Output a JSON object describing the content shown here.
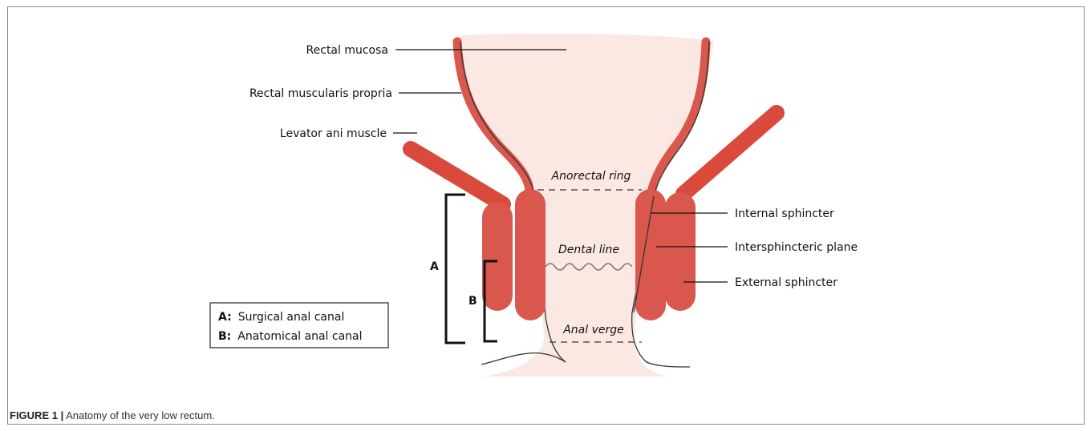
{
  "labels": {
    "rectal_mucosa": "Rectal mucosa",
    "rectal_muscularis": "Rectal muscularis propria",
    "levator_ani": "Levator ani muscle",
    "anorectal_ring": "Anorectal ring",
    "dental_line": "Dental line",
    "anal_verge": "Anal verge",
    "internal_sphincter": "Internal sphincter",
    "intersphincteric_plane": "Intersphincteric plane",
    "external_sphincter": "External sphincter"
  },
  "brackets": {
    "a_letter": "A",
    "b_letter": "B"
  },
  "legend": {
    "a_key": "A:",
    "a_text": "Surgical anal canal",
    "b_key": "B:",
    "b_text": "Anatomical anal canal"
  },
  "caption": {
    "prefix": "FIGURE 1 |",
    "text": "Anatomy of the very low rectum."
  },
  "colors": {
    "muscle": "#d9534a",
    "muscle_dark": "#c9473f",
    "mucosa": "#f9e4df",
    "line": "#222222"
  }
}
